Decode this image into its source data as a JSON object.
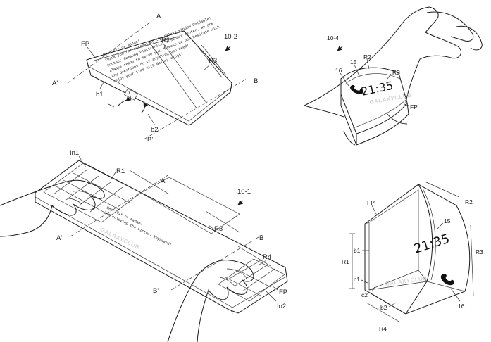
{
  "fig_10_2": {
    "ref": "10-2",
    "labels": {
      "fp": "FP",
      "r2": "R2",
      "r3": "R3",
      "a": "A",
      "a_prime": "A'",
      "b": "B",
      "b_prime": "B'",
      "b1": "b1",
      "b2": "b2"
    },
    "screen_text": [
      "Dear Sir or madam!",
      "Thank you for purchasing the Galaxy Window Foldable!",
      "Contact Samsung Electronics' customer center, we are",
      "always ready to serve you. Please do not hesitate with",
      "any questions or if anything you need!",
      "Enjoy your time with Galaxy Wings!"
    ]
  },
  "fig_10_4": {
    "ref": "10-4",
    "labels": {
      "n16": "16",
      "n15": "15",
      "r2": "R2",
      "r3": "R3",
      "fp": "FP"
    },
    "clock": "21:35"
  },
  "fig_10_1": {
    "ref": "10-1",
    "labels": {
      "in1": "In1",
      "r1": "R1",
      "a": "A",
      "a_prime": "A'",
      "r3": "R3",
      "b": "B",
      "b_prime": "B'",
      "r4": "R4",
      "fp": "FP",
      "in2": "In2"
    },
    "screen_text": [
      "Dear Sir or madam!",
      "I'm enjoying the virtual keyboard|"
    ]
  },
  "fig_10_3": {
    "labels": {
      "fp": "FP",
      "r2": "R2",
      "r3": "R3",
      "r1": "R1",
      "r4": "R4",
      "n15": "15",
      "n16": "16",
      "b1": "b1",
      "b2": "b2",
      "c1": "c1",
      "c2": "c2"
    },
    "clock": "21:35"
  },
  "watermark": "GALAXYCLUB",
  "icons": [
    "rotate-arrow-icon",
    "phone-handset-icon"
  ]
}
